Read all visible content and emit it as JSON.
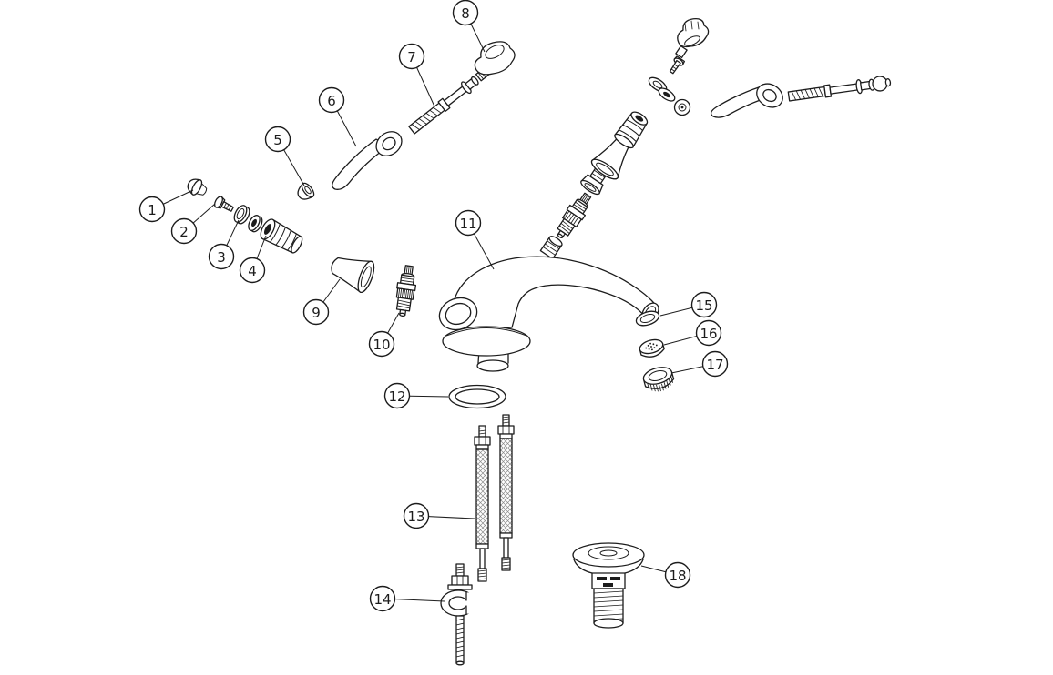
{
  "diagram": {
    "background_color": "#ffffff",
    "line_color": "#1c1c1c",
    "callouts": [
      {
        "label": "1"
      },
      {
        "label": "2"
      },
      {
        "label": "3"
      },
      {
        "label": "4"
      },
      {
        "label": "5"
      },
      {
        "label": "6"
      },
      {
        "label": "7"
      },
      {
        "label": "8"
      },
      {
        "label": "9"
      },
      {
        "label": "10"
      },
      {
        "label": "11"
      },
      {
        "label": "12"
      },
      {
        "label": "13"
      },
      {
        "label": "14"
      },
      {
        "label": "15"
      },
      {
        "label": "16"
      },
      {
        "label": "17"
      },
      {
        "label": "18"
      }
    ]
  }
}
